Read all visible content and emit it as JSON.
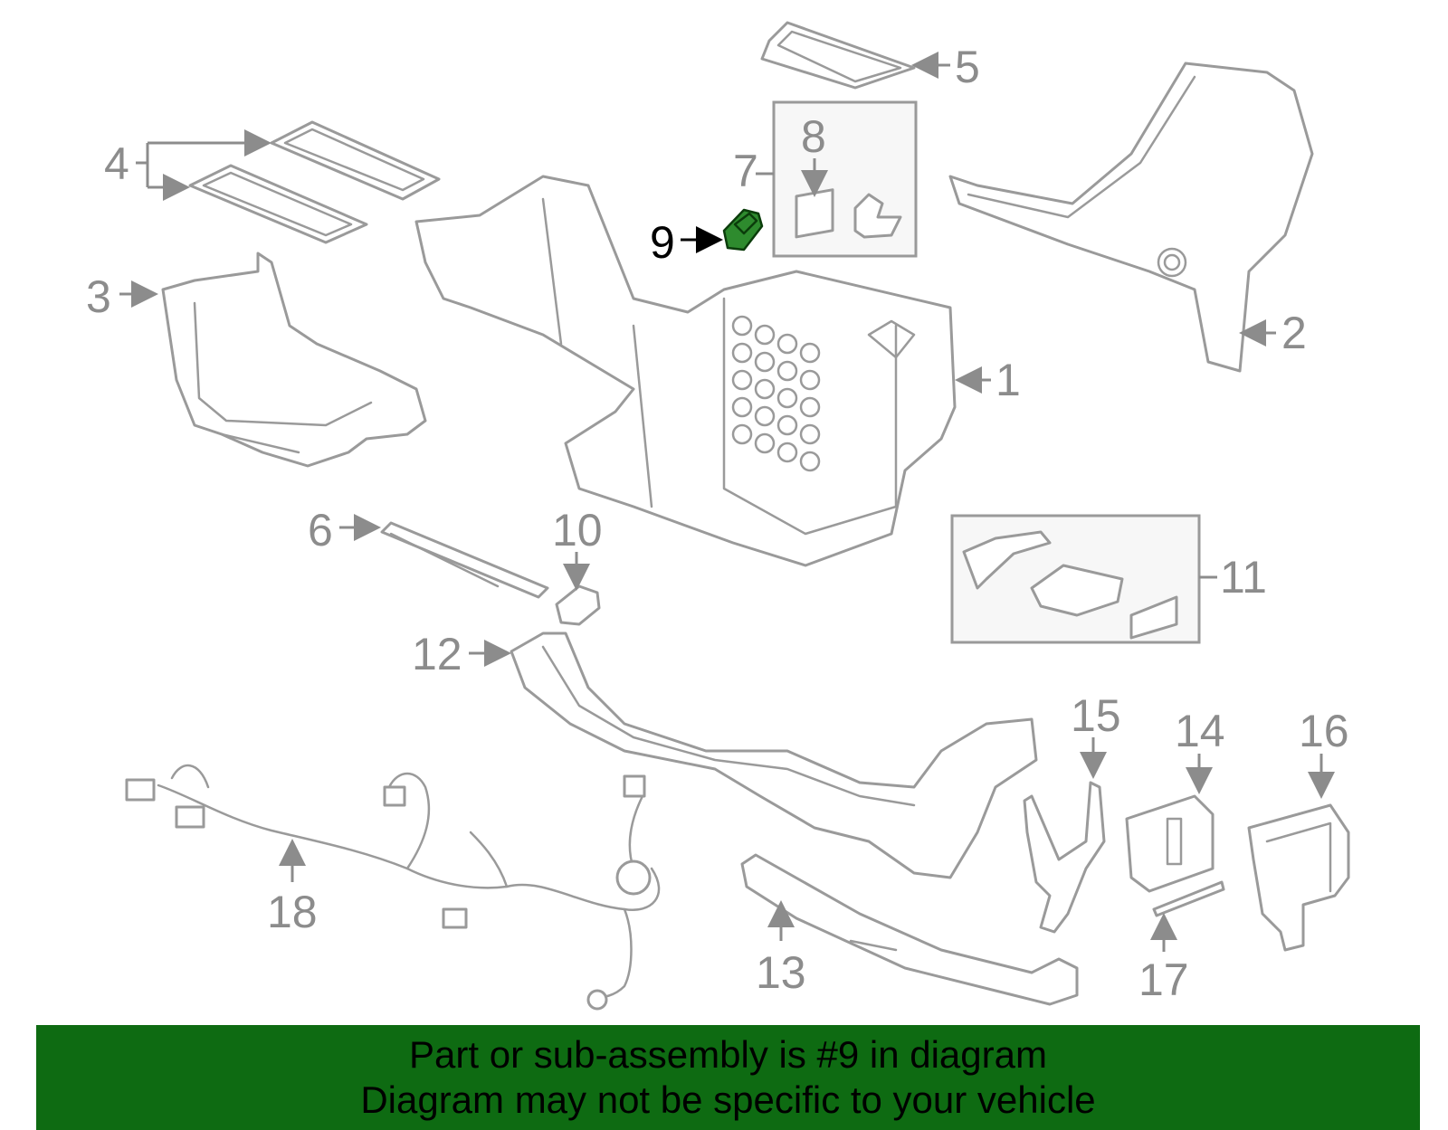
{
  "callouts": {
    "c1": "1",
    "c2": "2",
    "c3": "3",
    "c4": "4",
    "c5": "5",
    "c6": "6",
    "c7": "7",
    "c8": "8",
    "c9": "9",
    "c10": "10",
    "c11": "11",
    "c12": "12",
    "c13": "13",
    "c14": "14",
    "c15": "15",
    "c16": "16",
    "c17": "17",
    "c18": "18"
  },
  "highlighted_part": "9",
  "colors": {
    "highlight": "#2e8b2e",
    "banner_background": "#0e6b12",
    "linework": "#9a9a9a"
  },
  "banner": {
    "line1": "Part or sub-assembly is #9 in diagram",
    "line2": "Diagram may not be specific to your vehicle"
  }
}
